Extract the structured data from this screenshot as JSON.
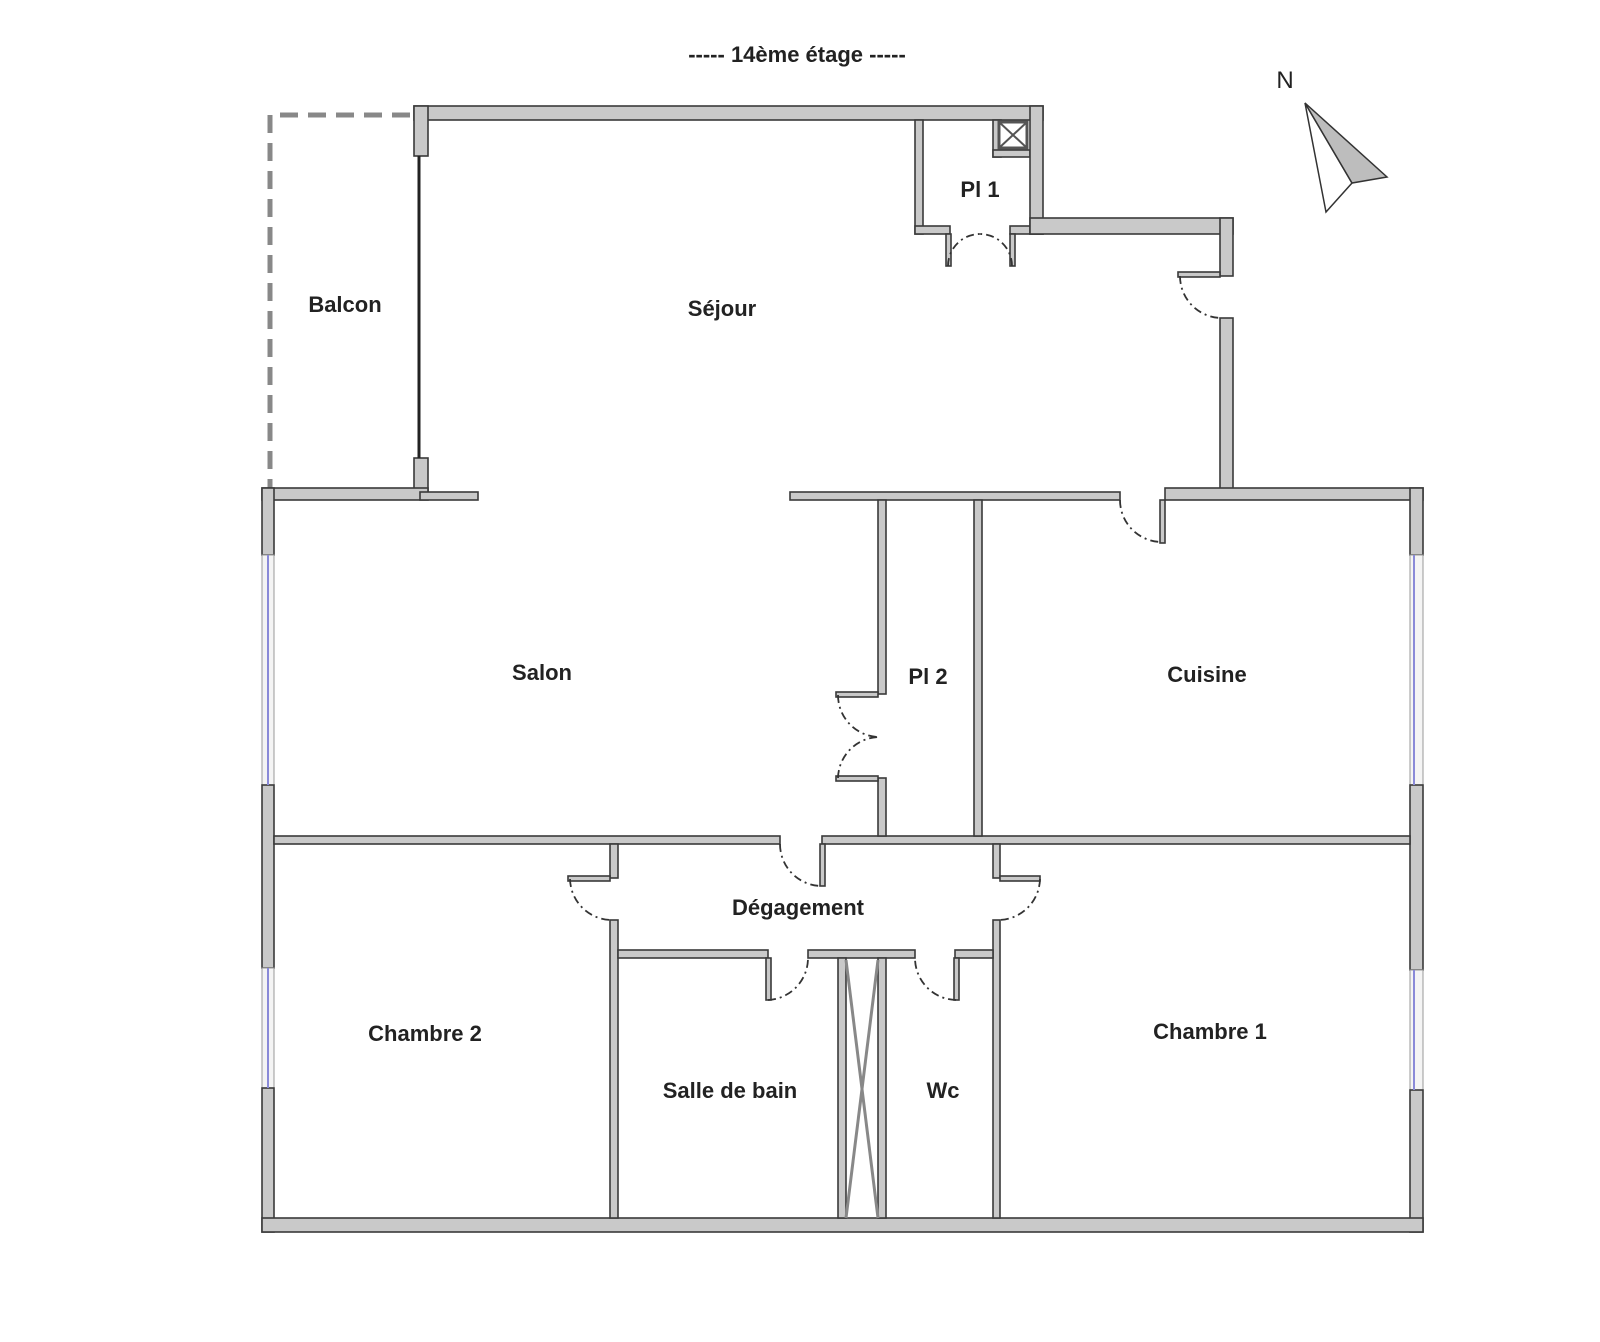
{
  "title": "----- 14ème étage -----",
  "compass": {
    "label": "N"
  },
  "rooms": {
    "balcon": "Balcon",
    "sejour": "Séjour",
    "pl1": "Pl 1",
    "salon": "Salon",
    "pl2": "Pl 2",
    "cuisine": "Cuisine",
    "degagement": "Dégagement",
    "chambre2": "Chambre 2",
    "salle_de_bain": "Salle de bain",
    "wc": "Wc",
    "chambre1": "Chambre 1"
  },
  "colors": {
    "wall": "#c9c9c9",
    "outline": "#3a3a3a",
    "window": "#8a8ad8"
  }
}
